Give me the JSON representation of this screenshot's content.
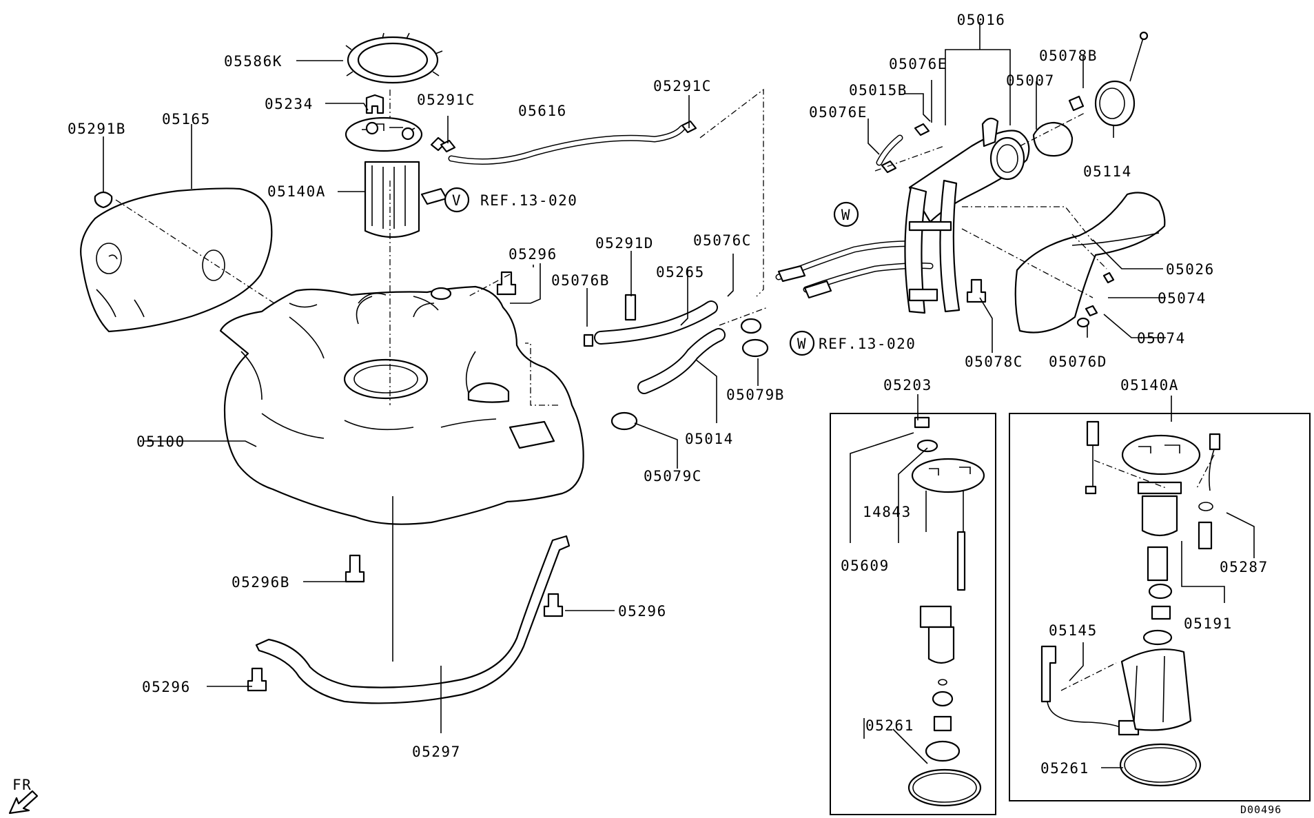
{
  "labels": {
    "p05586K": "05586K",
    "p05234": "05234",
    "p05291C_a": "05291C",
    "p05616": "05616",
    "p05291C_b": "05291C",
    "p05291B": "05291B",
    "p05165": "05165",
    "p05140A_a": "05140A",
    "ref_v": "REF.13-020",
    "p05296_a": "05296",
    "p05291D": "05291D",
    "p05076C": "05076C",
    "p05076B": "05076B",
    "p05265": "05265",
    "p05079B": "05079B",
    "p05014": "05014",
    "p05079C": "05079C",
    "p05100": "05100",
    "p05296B": "05296B",
    "p05296_b": "05296",
    "p05296_c": "05296",
    "p05297": "05297",
    "p05016": "05016",
    "p05076E_a": "05076E",
    "p05078B": "05078B",
    "p05015B": "05015B",
    "p05007": "05007",
    "p05076E_b": "05076E",
    "p05114": "05114",
    "p05026": "05026",
    "p05074_a": "05074",
    "p05074_b": "05074",
    "p05078C": "05078C",
    "p05076D": "05076D",
    "ref_w": "REF.13-020",
    "p05203": "05203",
    "p14843": "14843",
    "p05609": "05609",
    "p05261_a": "05261",
    "p05140A_b": "05140A",
    "p05287": "05287",
    "p05191": "05191",
    "p05145": "05145",
    "p05261_b": "05261",
    "fr": "FR",
    "diagram_code": "D00496"
  },
  "circle_markers": {
    "v": "V",
    "w1": "W",
    "w2": "W"
  }
}
